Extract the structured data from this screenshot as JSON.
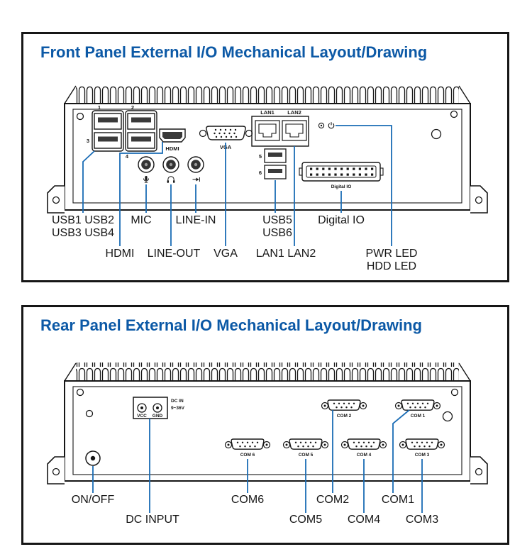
{
  "colors": {
    "title": "#0c59a6",
    "leader": "#1a6cb5",
    "ink": "#161616"
  },
  "front": {
    "title": "Front Panel External I/O Mechanical Layout/Drawing",
    "marks": {
      "m1": "1",
      "m2": "2",
      "m3": "3",
      "m4": "4",
      "m5": "5",
      "m6": "6",
      "hdmi": "HDMI",
      "vga": "VGA",
      "lan1": "LAN1",
      "lan2": "LAN2",
      "digital_io": "Digital IO"
    },
    "labels": {
      "usb12": "USB1 USB2",
      "usb34": "USB3 USB4",
      "mic": "MIC",
      "line_in": "LINE-IN",
      "usb5": "USB5",
      "usb6": "USB6",
      "digital_io": "Digital IO",
      "hdmi": "HDMI",
      "line_out": "LINE-OUT",
      "vga": "VGA",
      "lan12": "LAN1 LAN2",
      "pwr_led": "PWR LED",
      "hdd_led": "HDD LED"
    }
  },
  "rear": {
    "title": "Rear Panel External I/O Mechanical Layout/Drawing",
    "marks": {
      "dc_in": "DC IN",
      "dc_range": "9~36V",
      "vcc": "VCC",
      "gnd": "GND",
      "com1": "COM 1",
      "com2": "COM 2",
      "com3": "COM 3",
      "com4": "COM 4",
      "com5": "COM 5",
      "com6": "COM 6"
    },
    "labels": {
      "on_off": "ON/OFF",
      "dc_input": "DC INPUT",
      "com1": "COM1",
      "com2": "COM2",
      "com3": "COM3",
      "com4": "COM4",
      "com5": "COM5",
      "com6": "COM6"
    }
  }
}
